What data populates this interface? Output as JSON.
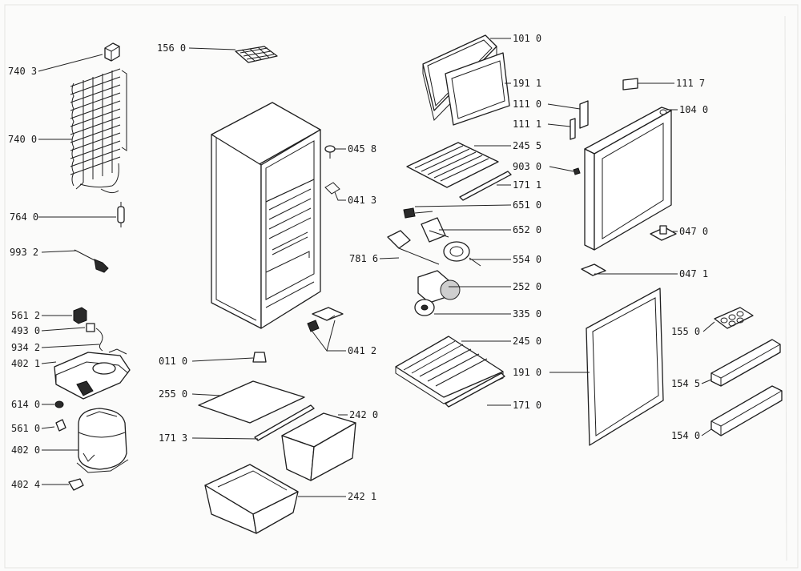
{
  "labels": {
    "l7403": "740 3",
    "l7400": "740 0",
    "l7640": "764 0",
    "l9932": "993 2",
    "l5612": "561 2",
    "l4930": "493 0",
    "l9342": "934 2",
    "l4021": "402 1",
    "l6140": "614 0",
    "l5610": "561 0",
    "l4020": "402 0",
    "l4024": "402 4",
    "l1560": "156 0",
    "l0458": "045 8",
    "l0413": "041 3",
    "l7816": "781 6",
    "l0412": "041 2",
    "l0110": "011 0",
    "l2550": "255 0",
    "l2420": "242 0",
    "l1713": "171 3",
    "l2421": "242 1",
    "l1010": "101 0",
    "l1911": "191 1",
    "l1110": "111 0",
    "l1111": "111 1",
    "l2455": "245 5",
    "l1711": "171 1",
    "l6510": "651 0",
    "l6520": "652 0",
    "l5540": "554 0",
    "l2520": "252 0",
    "l3350": "335 0",
    "l2450": "245 0",
    "l1710": "171 0",
    "l1117": "111 7",
    "l1040": "104 0",
    "l9030": "903 0",
    "l0470": "047 0",
    "l0471": "047 1",
    "l1550": "155 0",
    "l1910": "191 0",
    "l1545": "154 5",
    "l1540": "154 0"
  }
}
